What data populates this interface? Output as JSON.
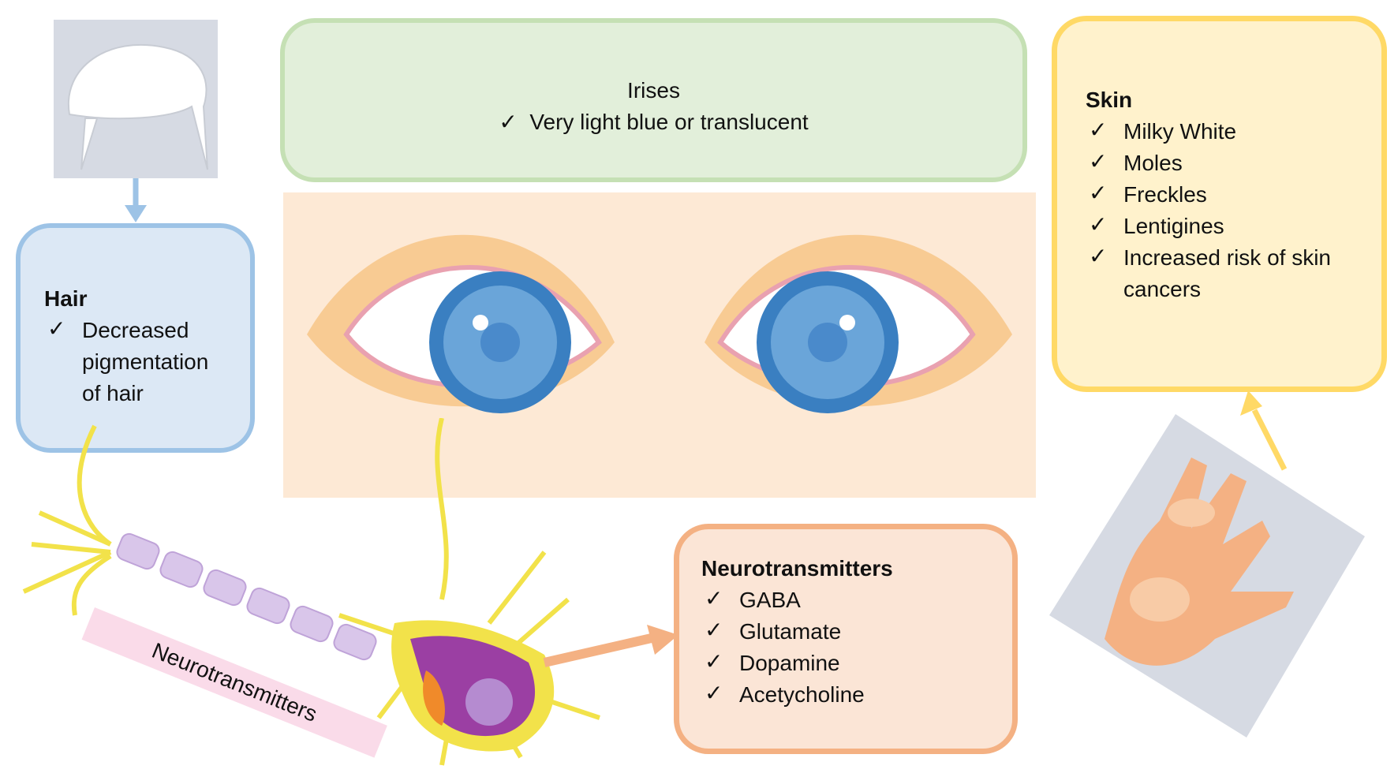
{
  "irises": {
    "title": "Irises",
    "items": [
      "Very light blue or translucent"
    ]
  },
  "hair": {
    "title": "Hair",
    "items": [
      "Decreased pigmentation of hair"
    ]
  },
  "skin": {
    "title": "Skin",
    "items": [
      "Milky White",
      "Moles",
      "Freckles",
      "Lentigines",
      "Increased risk of skin cancers"
    ]
  },
  "neuro": {
    "title": "Neurotransmitters",
    "items": [
      "GABA",
      "Glutamate",
      "Dopamine",
      "Acetycholine"
    ]
  },
  "axon_label": "Neurotransmitters",
  "colors": {
    "blue": "#9dc3e6",
    "green": "#c5e0b4",
    "yellow": "#ffd966",
    "orange": "#f4b183",
    "iris": "#3a7fc1"
  }
}
